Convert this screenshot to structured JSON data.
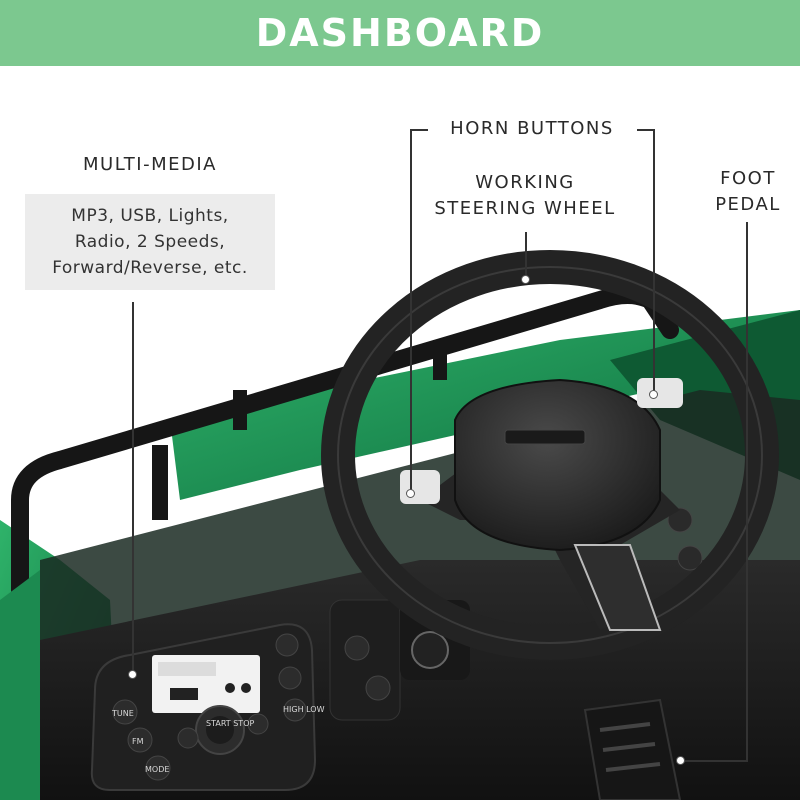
{
  "banner": {
    "title": "DASHBOARD",
    "color": "#7cc88f"
  },
  "labels": {
    "horn": "HORN BUTTONS",
    "steering": [
      "WORKING",
      "STEERING WHEEL"
    ],
    "pedal": [
      "FOOT",
      "PEDAL"
    ],
    "multimedia_title": "MULTI-MEDIA",
    "multimedia_lines": [
      "MP3, USB, Lights,",
      "Radio, 2 Speeds,",
      "Forward/Reverse, etc."
    ]
  },
  "panel": {
    "tune": "TUNE",
    "fm": "FM",
    "mode": "MODE",
    "start_stop": "START STOP",
    "high_low": "HIGH LOW"
  },
  "colors": {
    "car_body": "#1f8f58",
    "dash": "#1c1c1c",
    "wheel": "#262626",
    "text": "#2a2a2a"
  }
}
